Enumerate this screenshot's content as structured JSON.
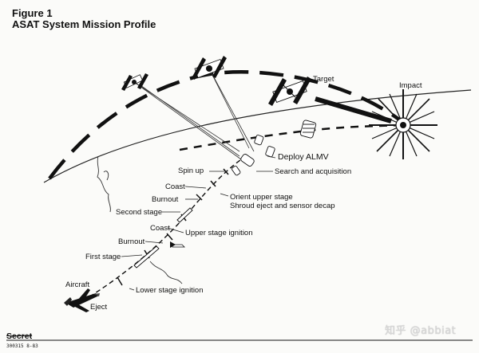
{
  "figure": {
    "number_label": "Figure 1",
    "title": "ASAT System Mission Profile"
  },
  "labels": {
    "target": "Target",
    "impact": "Impact",
    "deploy_almv": "Deploy ALMV",
    "search_acquisition": "Search and acquisition",
    "spin_up": "Spin up",
    "coast_upper": "Coast",
    "orient_upper_stage": "Orient upper stage",
    "shroud_eject": "Shroud eject and sensor decap",
    "burnout_upper": "Burnout",
    "second_stage": "Second stage",
    "coast_lower": "Coast",
    "upper_stage_ignition": "Upper stage ignition",
    "burnout_lower": "Burnout",
    "first_stage": "First stage",
    "aircraft": "Aircraft",
    "lower_stage_ignition": "Lower stage ignition",
    "eject": "Eject"
  },
  "footer": {
    "classification": "Secret",
    "doc_code": "300315 8-83"
  },
  "watermark": "知乎 @abbiat"
}
